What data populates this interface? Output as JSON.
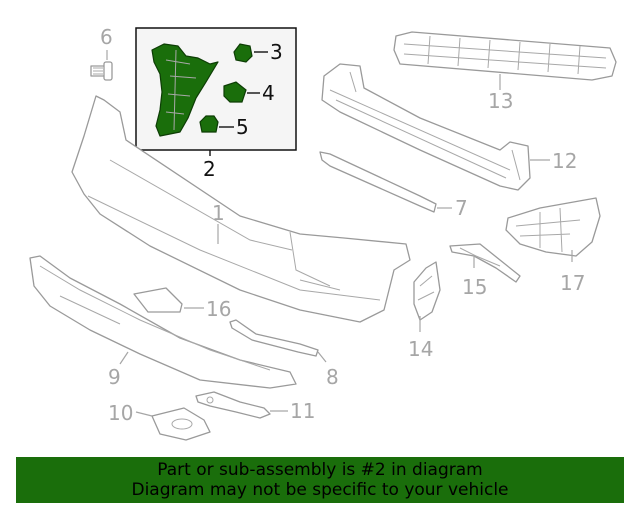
{
  "diagram": {
    "callouts": {
      "c1": "1",
      "c2": "2",
      "c3": "3",
      "c4": "4",
      "c5": "5",
      "c6": "6",
      "c7": "7",
      "c8": "8",
      "c9": "9",
      "c10": "10",
      "c11": "11",
      "c12": "12",
      "c13": "13",
      "c14": "14",
      "c15": "15",
      "c16": "16",
      "c17": "17"
    },
    "highlight_color": "#1a6e0b",
    "callout_color": "#a6a6a6"
  },
  "banner": {
    "line1": "Part or sub-assembly is #2 in diagram",
    "line2": "Diagram may not be specific to your vehicle",
    "background": "#1a6e0b"
  }
}
